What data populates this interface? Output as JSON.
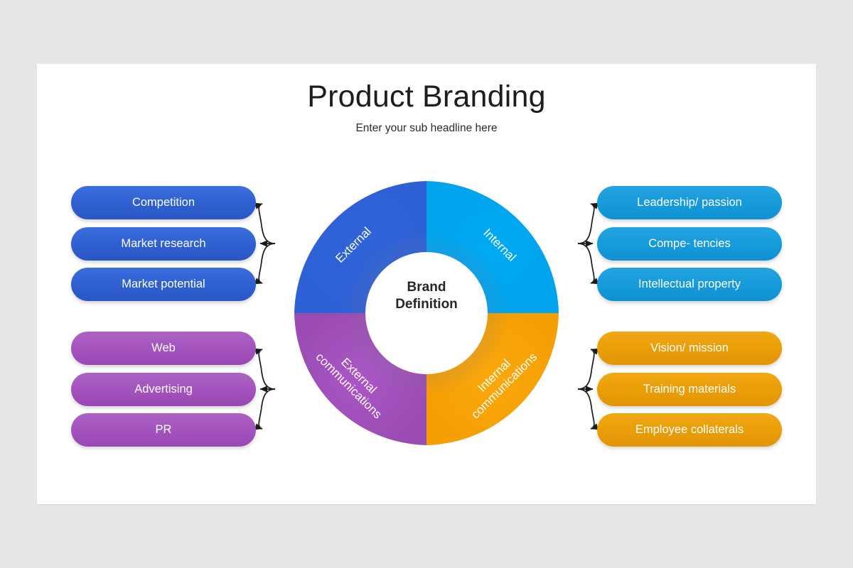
{
  "slide": {
    "title": "Product Branding",
    "subtitle": "Enter your sub headline here",
    "background_color": "#e8e7e8",
    "card_color": "#ffffff"
  },
  "center": {
    "line1": "Brand",
    "line2": "Definition"
  },
  "wheel": {
    "segments": [
      {
        "id": "external",
        "label": "External",
        "color": "#3063d8",
        "position": "top-left"
      },
      {
        "id": "internal",
        "label": "Internal",
        "color": "#00a6f0",
        "position": "top-right"
      },
      {
        "id": "external-communications",
        "label": "External communications",
        "line1": "External",
        "line2": "communications",
        "color": "#a252bd",
        "position": "bottom-left"
      },
      {
        "id": "internal-communications",
        "label": "Internal communications",
        "line1": "Internal",
        "line2": "communications",
        "color": "#f9a307",
        "position": "bottom-right"
      }
    ]
  },
  "groups": {
    "external": {
      "color": "#2f5fd0",
      "items": [
        "Competition",
        "Market research",
        "Market potential"
      ]
    },
    "internal": {
      "color": "#1794d8",
      "items": [
        "Leadership/ passion",
        "Compe- tencies",
        "Intellectual property"
      ]
    },
    "external_communications": {
      "color": "#a252bd",
      "items": [
        "Web",
        "Advertising",
        "PR"
      ]
    },
    "internal_communications": {
      "color": "#e99d08",
      "items": [
        "Vision/ mission",
        "Training materials",
        "Employee collaterals"
      ]
    }
  }
}
